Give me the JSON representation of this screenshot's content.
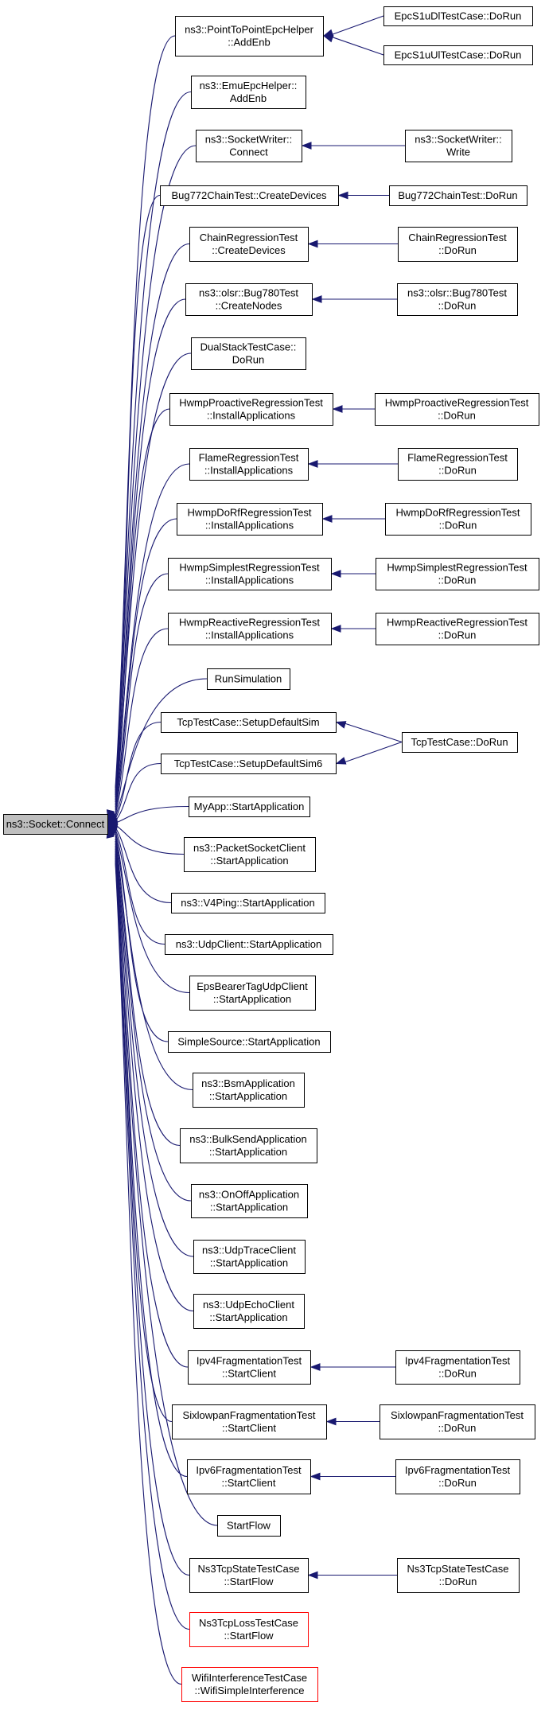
{
  "root": {
    "lines": [
      "ns3::Socket::Connect"
    ],
    "highlight": true
  },
  "nodes": [
    {
      "id": "n1",
      "lines": [
        "ns3::PointToPointEpcHelper",
        "::AddEnb"
      ],
      "color": "#000000"
    },
    {
      "id": "n2",
      "lines": [
        "EpcS1uDlTestCase::DoRun"
      ],
      "color": "#000000"
    },
    {
      "id": "n3",
      "lines": [
        "EpcS1uUlTestCase::DoRun"
      ],
      "color": "#000000"
    },
    {
      "id": "n4",
      "lines": [
        "ns3::EmuEpcHelper::",
        "AddEnb"
      ],
      "color": "#000000"
    },
    {
      "id": "n5",
      "lines": [
        "ns3::SocketWriter::",
        "Connect"
      ],
      "color": "#000000"
    },
    {
      "id": "n6",
      "lines": [
        "ns3::SocketWriter::",
        "Write"
      ],
      "color": "#000000"
    },
    {
      "id": "n7",
      "lines": [
        "Bug772ChainTest::CreateDevices"
      ],
      "color": "#000000"
    },
    {
      "id": "n8",
      "lines": [
        "Bug772ChainTest::DoRun"
      ],
      "color": "#000000"
    },
    {
      "id": "n9",
      "lines": [
        "ChainRegressionTest",
        "::CreateDevices"
      ],
      "color": "#000000"
    },
    {
      "id": "n10",
      "lines": [
        "ChainRegressionTest",
        "::DoRun"
      ],
      "color": "#000000"
    },
    {
      "id": "n11",
      "lines": [
        "ns3::olsr::Bug780Test",
        "::CreateNodes"
      ],
      "color": "#000000"
    },
    {
      "id": "n12",
      "lines": [
        "ns3::olsr::Bug780Test",
        "::DoRun"
      ],
      "color": "#000000"
    },
    {
      "id": "n13",
      "lines": [
        "DualStackTestCase::",
        "DoRun"
      ],
      "color": "#000000"
    },
    {
      "id": "n14",
      "lines": [
        "HwmpProactiveRegressionTest",
        "::InstallApplications"
      ],
      "color": "#000000"
    },
    {
      "id": "n15",
      "lines": [
        "HwmpProactiveRegressionTest",
        "::DoRun"
      ],
      "color": "#000000"
    },
    {
      "id": "n16",
      "lines": [
        "FlameRegressionTest",
        "::InstallApplications"
      ],
      "color": "#000000"
    },
    {
      "id": "n17",
      "lines": [
        "FlameRegressionTest",
        "::DoRun"
      ],
      "color": "#000000"
    },
    {
      "id": "n18",
      "lines": [
        "HwmpDoRfRegressionTest",
        "::InstallApplications"
      ],
      "color": "#000000"
    },
    {
      "id": "n19",
      "lines": [
        "HwmpDoRfRegressionTest",
        "::DoRun"
      ],
      "color": "#000000"
    },
    {
      "id": "n20",
      "lines": [
        "HwmpSimplestRegressionTest",
        "::InstallApplications"
      ],
      "color": "#000000"
    },
    {
      "id": "n21",
      "lines": [
        "HwmpSimplestRegressionTest",
        "::DoRun"
      ],
      "color": "#000000"
    },
    {
      "id": "n22",
      "lines": [
        "HwmpReactiveRegressionTest",
        "::InstallApplications"
      ],
      "color": "#000000"
    },
    {
      "id": "n23",
      "lines": [
        "HwmpReactiveRegressionTest",
        "::DoRun"
      ],
      "color": "#000000"
    },
    {
      "id": "n24",
      "lines": [
        "RunSimulation"
      ],
      "color": "#000000"
    },
    {
      "id": "n25",
      "lines": [
        "TcpTestCase::SetupDefaultSim"
      ],
      "color": "#000000"
    },
    {
      "id": "n26",
      "lines": [
        "TcpTestCase::SetupDefaultSim6"
      ],
      "color": "#000000"
    },
    {
      "id": "n27",
      "lines": [
        "TcpTestCase::DoRun"
      ],
      "color": "#000000"
    },
    {
      "id": "n28",
      "lines": [
        "MyApp::StartApplication"
      ],
      "color": "#000000"
    },
    {
      "id": "n29",
      "lines": [
        "ns3::PacketSocketClient",
        "::StartApplication"
      ],
      "color": "#000000"
    },
    {
      "id": "n30",
      "lines": [
        "ns3::V4Ping::StartApplication"
      ],
      "color": "#000000"
    },
    {
      "id": "n31",
      "lines": [
        "ns3::UdpClient::StartApplication"
      ],
      "color": "#000000"
    },
    {
      "id": "n32",
      "lines": [
        "EpsBearerTagUdpClient",
        "::StartApplication"
      ],
      "color": "#000000"
    },
    {
      "id": "n33",
      "lines": [
        "SimpleSource::StartApplication"
      ],
      "color": "#000000"
    },
    {
      "id": "n34",
      "lines": [
        "ns3::BsmApplication",
        "::StartApplication"
      ],
      "color": "#000000"
    },
    {
      "id": "n35",
      "lines": [
        "ns3::BulkSendApplication",
        "::StartApplication"
      ],
      "color": "#000000"
    },
    {
      "id": "n36",
      "lines": [
        "ns3::OnOffApplication",
        "::StartApplication"
      ],
      "color": "#000000"
    },
    {
      "id": "n37",
      "lines": [
        "ns3::UdpTraceClient",
        "::StartApplication"
      ],
      "color": "#000000"
    },
    {
      "id": "n38",
      "lines": [
        "ns3::UdpEchoClient",
        "::StartApplication"
      ],
      "color": "#000000"
    },
    {
      "id": "n39",
      "lines": [
        "Ipv4FragmentationTest",
        "::StartClient"
      ],
      "color": "#000000"
    },
    {
      "id": "n40",
      "lines": [
        "Ipv4FragmentationTest",
        "::DoRun"
      ],
      "color": "#000000"
    },
    {
      "id": "n41",
      "lines": [
        "SixlowpanFragmentationTest",
        "::StartClient"
      ],
      "color": "#000000"
    },
    {
      "id": "n42",
      "lines": [
        "SixlowpanFragmentationTest",
        "::DoRun"
      ],
      "color": "#000000"
    },
    {
      "id": "n43",
      "lines": [
        "Ipv6FragmentationTest",
        "::StartClient"
      ],
      "color": "#000000"
    },
    {
      "id": "n44",
      "lines": [
        "Ipv6FragmentationTest",
        "::DoRun"
      ],
      "color": "#000000"
    },
    {
      "id": "n45",
      "lines": [
        "StartFlow"
      ],
      "color": "#000000"
    },
    {
      "id": "n46",
      "lines": [
        "Ns3TcpStateTestCase",
        "::StartFlow"
      ],
      "color": "#000000"
    },
    {
      "id": "n47",
      "lines": [
        "Ns3TcpStateTestCase",
        "::DoRun"
      ],
      "color": "#000000"
    },
    {
      "id": "n48",
      "lines": [
        "Ns3TcpLossTestCase",
        "::StartFlow"
      ],
      "color": "#ff0000"
    },
    {
      "id": "n49",
      "lines": [
        "WifiInterferenceTestCase",
        "::WifiSimpleInterference"
      ],
      "color": "#ff0000"
    }
  ],
  "edges": [
    {
      "from": "n2",
      "to": "n1"
    },
    {
      "from": "n3",
      "to": "n1"
    },
    {
      "from": "n6",
      "to": "n5"
    },
    {
      "from": "n8",
      "to": "n7"
    },
    {
      "from": "n10",
      "to": "n9"
    },
    {
      "from": "n12",
      "to": "n11"
    },
    {
      "from": "n15",
      "to": "n14"
    },
    {
      "from": "n17",
      "to": "n16"
    },
    {
      "from": "n19",
      "to": "n18"
    },
    {
      "from": "n21",
      "to": "n20"
    },
    {
      "from": "n23",
      "to": "n22"
    },
    {
      "from": "n27",
      "to": "n25"
    },
    {
      "from": "n27",
      "to": "n26"
    },
    {
      "from": "n40",
      "to": "n39"
    },
    {
      "from": "n42",
      "to": "n41"
    },
    {
      "from": "n44",
      "to": "n43"
    },
    {
      "from": "n47",
      "to": "n46"
    }
  ],
  "colors": {
    "edge": "#191970",
    "root_fill": "#bfbfbf",
    "node_fill": "#ffffff",
    "node_border": "#000000",
    "text": "#000000"
  }
}
